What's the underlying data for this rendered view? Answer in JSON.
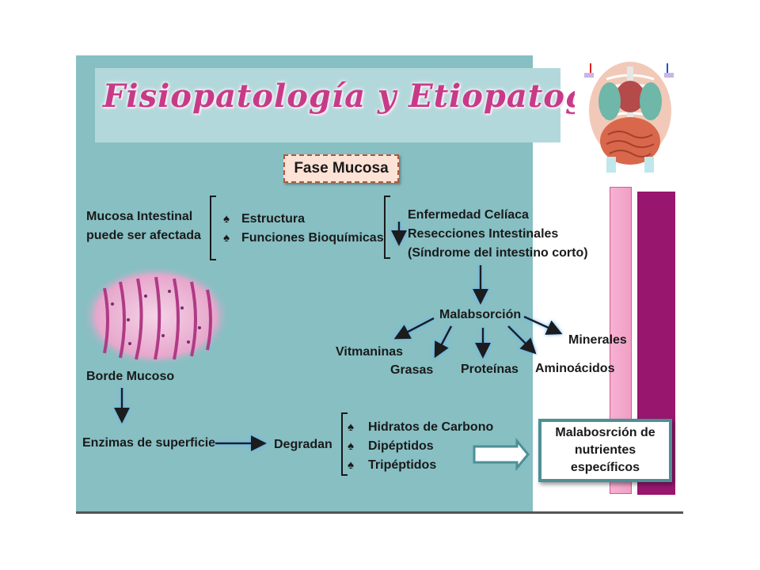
{
  "title": "Fisiopatología y Etiopatogénia",
  "phase_label": "Fase Mucosa",
  "mucosa": {
    "line1": "Mucosa Intestinal",
    "line2": "puede ser afectada"
  },
  "affected_items": [
    {
      "bullet": "♠",
      "label": "Estructura"
    },
    {
      "bullet": "♠",
      "label": "Funciones Bioquímicas"
    }
  ],
  "causes": [
    "Enfermedad Celíaca",
    "Resecciones Intestinales",
    "(Síndrome del intestino corto)"
  ],
  "malabsorption": "Malabsorción",
  "nutrients": {
    "vitamins": "Vitmaninas",
    "fats": "Grasas",
    "proteins": "Proteínas",
    "amino_acids": "Aminoácidos",
    "minerals": "Minerales"
  },
  "brush_border": "Borde Mucoso",
  "surface_enzymes": "Enzimas de superficie",
  "degrade": "Degradan",
  "substrates": [
    {
      "bullet": "♠",
      "label": "Hidratos de Carbono"
    },
    {
      "bullet": "♠",
      "label": "Dipéptidos"
    },
    {
      "bullet": "♠",
      "label": "Tripéptidos"
    }
  ],
  "result": "Malabosrción de nutrientes específicos",
  "colors": {
    "teal_panel": "#87bfc3",
    "title_pink": "#c83a88",
    "bar_pink": "#f6b1d2",
    "bar_purple": "#99166f",
    "result_border": "#4d8f97"
  }
}
